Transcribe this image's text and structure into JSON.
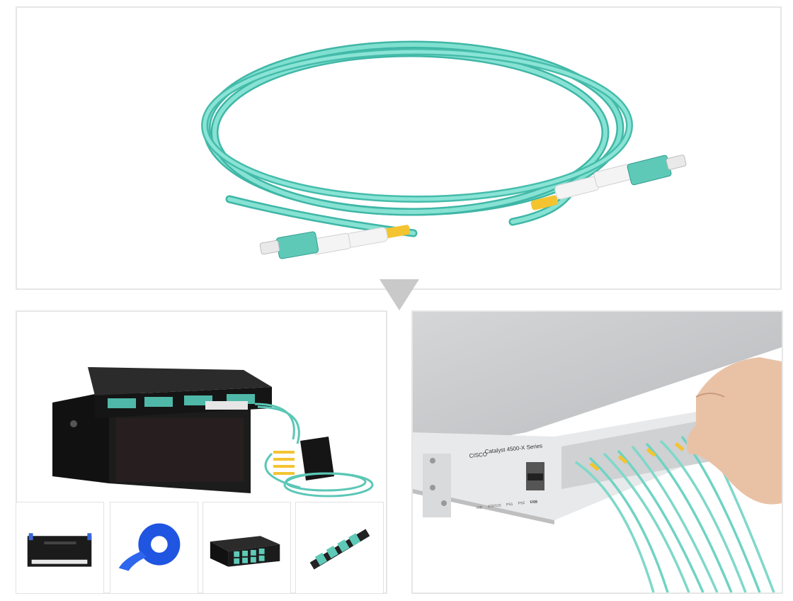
{
  "colors": {
    "cable_aqua": "#6fd3c3",
    "cable_aqua_dark": "#3fb6a6",
    "boot_white": "#f4f4f4",
    "sleeve_yellow": "#f4c430",
    "panel_border": "#e6e6e6",
    "arrow_gray": "#c9c9c9",
    "rack_black": "#1c1c1c",
    "switch_silver": "#c8c9cb",
    "velcro_blue": "#1f55e0"
  },
  "main_image": {
    "icon": "lc-duplex-om3-fiber-patch-cable-icon"
  },
  "arrow": {
    "icon": "down-triangle-icon"
  },
  "left_scene": {
    "icon": "fiber-enclosure-with-cassette-icon"
  },
  "thumbnails": [
    {
      "icon": "rack-enclosure-icon"
    },
    {
      "icon": "velcro-cable-tie-roll-icon"
    },
    {
      "icon": "mtp-cassette-icon"
    },
    {
      "icon": "lc-adapter-panel-icon"
    }
  ],
  "switch_scene": {
    "icon": "network-switch-with-patched-cables-icon",
    "brand_label": "CISCO",
    "model_label": "Catalyst 4500-X Series",
    "port_labels": [
      "UID",
      "STATUS",
      "PS1",
      "PS2",
      "FAN"
    ],
    "usb_label": "USB"
  }
}
